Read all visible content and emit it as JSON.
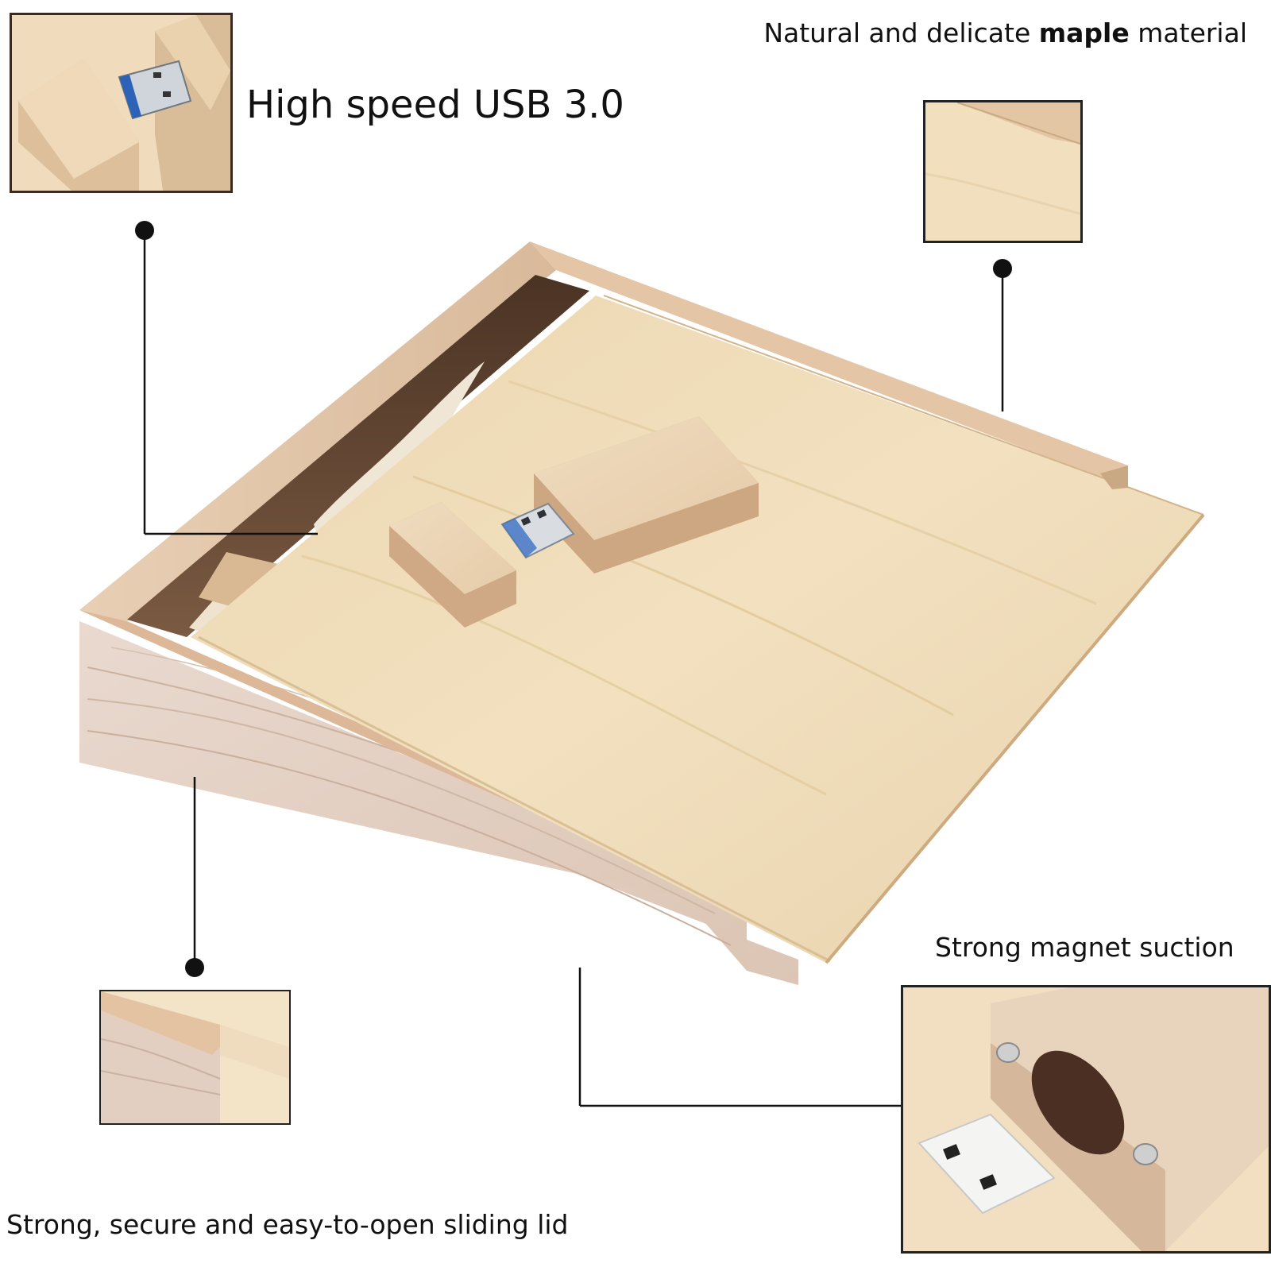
{
  "labels": {
    "usb_speed": "High speed USB 3.0",
    "maple_prefix": "Natural and delicate ",
    "maple_bold": "maple",
    "maple_suffix": " material",
    "magnet": "Strong magnet suction",
    "sliding_lid": "Strong, secure and easy-to-open sliding lid"
  },
  "colors": {
    "maple_light": "#f1dfbd",
    "maple_mid": "#e7cfa6",
    "box_side": "#e6d2c3",
    "box_inner_dark": "#5a3f2c",
    "leader_line": "#111111"
  },
  "icons": {
    "usb_connector": "usb-connector-icon",
    "magnet": "magnet-icon"
  }
}
